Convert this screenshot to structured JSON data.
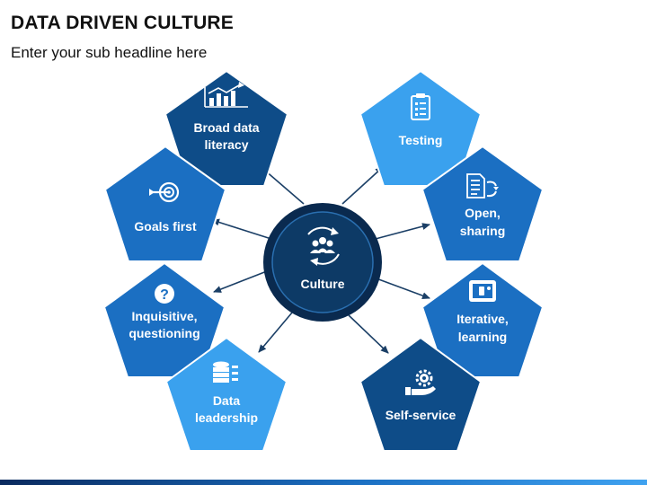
{
  "title": "DATA DRIVEN CULTURE",
  "subtitle": "Enter your sub headline here",
  "center": {
    "label": "Culture",
    "icon": "team-cycle-icon"
  },
  "colors": {
    "dark": "#0e4c88",
    "medium": "#1b6fc2",
    "light": "#3aa1ee",
    "center_fill": "#0d3a66",
    "center_ring": "#0a2a4f",
    "arrow": "#1b3f66",
    "text": "#ffffff"
  },
  "nodes": [
    {
      "id": "broad-data-literacy",
      "lines": [
        "Broad data",
        "literacy"
      ],
      "icon": "bar-chart-icon",
      "tone": "dark"
    },
    {
      "id": "goals-first",
      "lines": [
        "Goals first"
      ],
      "icon": "target-icon",
      "tone": "medium"
    },
    {
      "id": "inquisitive-questioning",
      "lines": [
        "Inquisitive,",
        "questioning"
      ],
      "icon": "question-icon",
      "tone": "medium"
    },
    {
      "id": "data-leadership",
      "lines": [
        "Data",
        "leadership"
      ],
      "icon": "database-icon",
      "tone": "light"
    },
    {
      "id": "testing",
      "lines": [
        "Testing"
      ],
      "icon": "clipboard-icon",
      "tone": "light"
    },
    {
      "id": "open-sharing",
      "lines": [
        "Open,",
        "sharing"
      ],
      "icon": "document-share-icon",
      "tone": "medium"
    },
    {
      "id": "iterative-learning",
      "lines": [
        "Iterative,",
        "learning"
      ],
      "icon": "tablet-touch-icon",
      "tone": "medium"
    },
    {
      "id": "self-service",
      "lines": [
        "Self-service"
      ],
      "icon": "gear-hand-icon",
      "tone": "dark"
    }
  ]
}
